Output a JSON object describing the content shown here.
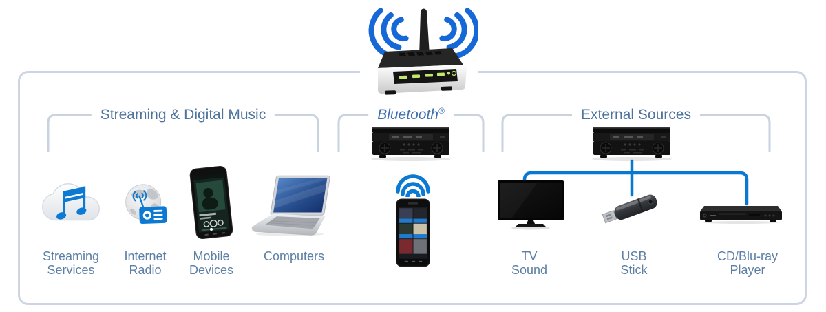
{
  "diagram": {
    "router": {
      "icon": "wifi-router-icon"
    },
    "sections": [
      {
        "title": "Streaming & Digital Music",
        "items": [
          {
            "label": "Streaming\nServices",
            "icon": "cloud-music-icon"
          },
          {
            "label": "Internet\nRadio",
            "icon": "internet-radio-icon"
          },
          {
            "label": "Mobile\nDevices",
            "icon": "smartphone-music-icon"
          },
          {
            "label": "Computers",
            "icon": "laptop-icon"
          }
        ]
      },
      {
        "title": "Bluetooth",
        "title_suffix": "®",
        "receiver_icon": "av-receiver-icon",
        "phone_icon": "smartphone-albums-icon",
        "waves_icon": "wireless-waves-icon"
      },
      {
        "title": "External Sources",
        "receiver_icon": "av-receiver-icon",
        "items": [
          {
            "label": "TV\nSound",
            "icon": "tv-icon"
          },
          {
            "label": "USB\nStick",
            "icon": "usb-stick-icon"
          },
          {
            "label": "CD/Blu-ray\nPlayer",
            "icon": "cd-bluray-player-icon"
          }
        ]
      }
    ],
    "colors": {
      "accent_blue": "#0c7ad2",
      "connector_blue": "#0878d2",
      "label_text": "#5d7fa4",
      "header_text": "#4d729c",
      "frame_border": "#ccd5e1"
    }
  }
}
